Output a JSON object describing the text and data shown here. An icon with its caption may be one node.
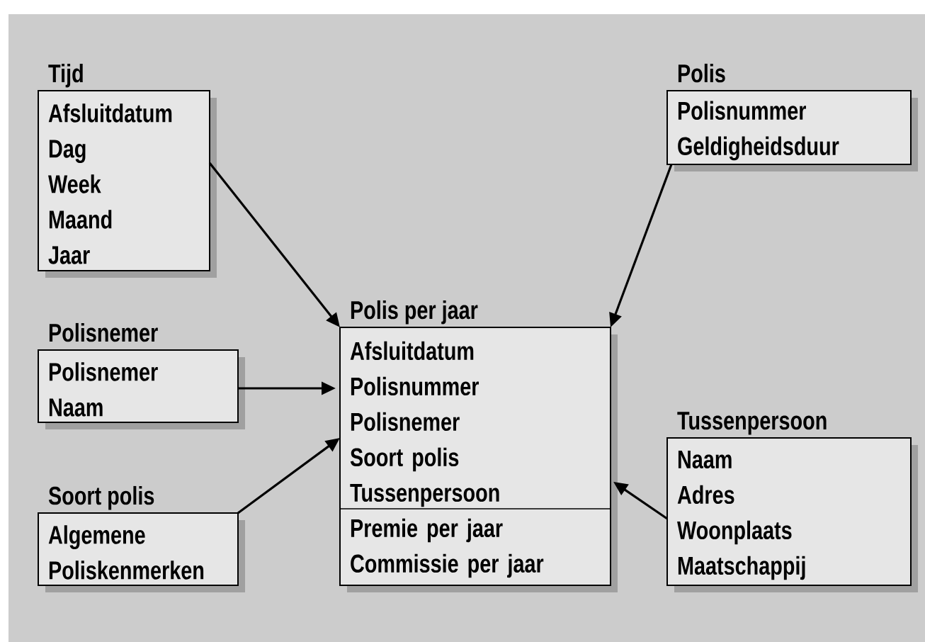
{
  "diagram": {
    "nodes": [
      {
        "text": [
          "Tijd",
          "Afsluitdatum",
          "Dag",
          "Week",
          "Maand",
          "Jaar"
        ]
      },
      {
        "text": [
          "Polis",
          "Polisnummer",
          "Geldigheidsduur"
        ]
      },
      {
        "text": [
          "Polisnemer",
          "Polisnemer",
          "Naam"
        ]
      },
      {
        "text": [
          "Soort polis",
          "Algemene",
          "Poliskenmerken"
        ]
      },
      {
        "text": [
          "Polis per jaar",
          "Afsluitdatum",
          "Polisnummer",
          "Polisnemer",
          "Soort polis",
          "Tussenpersoon",
          "Premie per jaar",
          "Commissie per jaar"
        ]
      },
      {
        "text": [
          "Tussenpersoon",
          "Naam",
          "Adres",
          "Woonplaats",
          "Maatschappij"
        ]
      }
    ],
    "edges": [
      {
        "from": 0,
        "to": 4,
        "arrow": "to"
      },
      {
        "from": 1,
        "to": 4,
        "arrow": "to"
      },
      {
        "from": 2,
        "to": 4,
        "arrow": "to"
      },
      {
        "from": 3,
        "to": 4,
        "arrow": "to"
      },
      {
        "from": 5,
        "to": 4,
        "arrow": "to"
      }
    ]
  }
}
